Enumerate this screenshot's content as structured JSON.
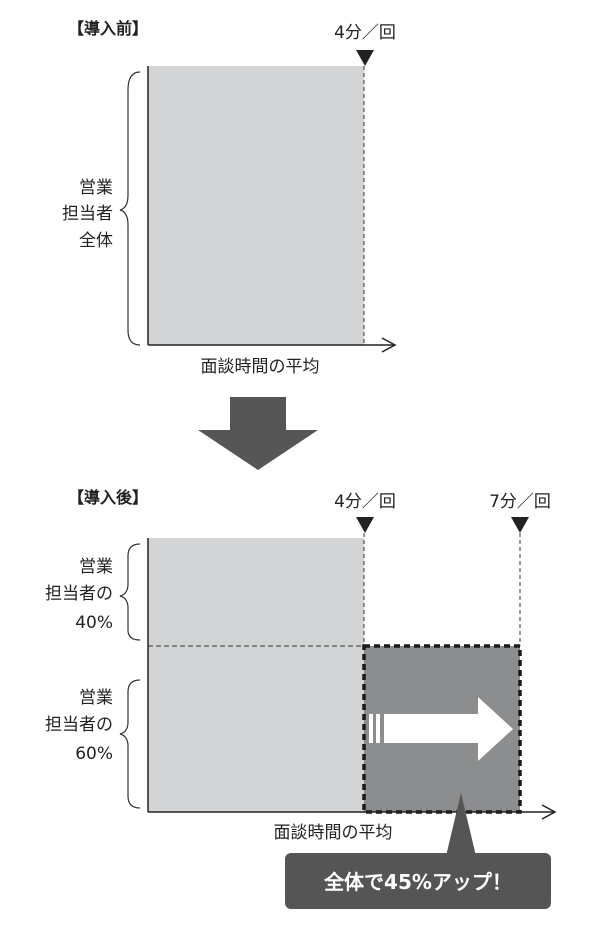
{
  "before": {
    "heading": "【導入前】",
    "marker_label": "4分／回",
    "group_label": [
      "営業",
      "担当者",
      "全体"
    ],
    "axis_label": "面談時間の平均"
  },
  "after": {
    "heading": "【導入後】",
    "marker_labels": [
      "4分／回",
      "7分／回"
    ],
    "group_top_label": [
      "営業",
      "担当者の",
      "40%"
    ],
    "group_bottom_label": [
      "営業",
      "担当者の",
      "60%"
    ],
    "axis_label": "面談時間の平均",
    "callout": "全体で45%アップ！"
  },
  "colors": {
    "light_fill": "#d3d4d6",
    "dark_fill": "#8c8d8f",
    "arrow": "#555555",
    "callout": "#555555"
  }
}
